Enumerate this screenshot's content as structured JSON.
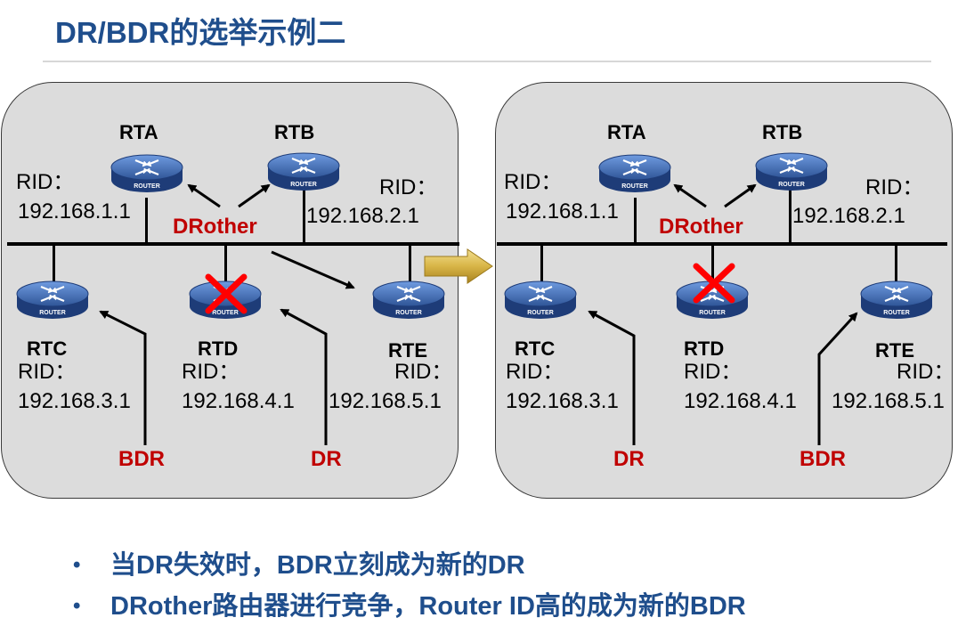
{
  "title": "DR/BDR的选举示例二",
  "icon_text": "ROUTER",
  "colors": {
    "title_blue": "#1f4e8c",
    "role_red": "#c00000",
    "router_blue": "#2f5597",
    "panel_gray": "#dcdcdc",
    "cross_red": "#ff0000",
    "arrow_gold": "#c9a227"
  },
  "before": {
    "routers": {
      "rta": {
        "name": "RTA",
        "rid_label": "RID：",
        "rid": "192.168.1.1"
      },
      "rtb": {
        "name": "RTB",
        "rid_label": "RID：",
        "rid": "192.168.2.1"
      },
      "rtc": {
        "name": "RTC",
        "rid_label": "RID：",
        "rid": "192.168.3.1"
      },
      "rtd": {
        "name": "RTD",
        "rid_label": "RID：",
        "rid": "192.168.4.1",
        "failed": true
      },
      "rte": {
        "name": "RTE",
        "rid_label": "RID：",
        "rid": "192.168.5.1"
      }
    },
    "roles": {
      "drother": "DRother",
      "bdr": "BDR",
      "dr": "DR"
    }
  },
  "after": {
    "routers": {
      "rta": {
        "name": "RTA",
        "rid_label": "RID：",
        "rid": "192.168.1.1"
      },
      "rtb": {
        "name": "RTB",
        "rid_label": "RID：",
        "rid": "192.168.2.1"
      },
      "rtc": {
        "name": "RTC",
        "rid_label": "RID：",
        "rid": "192.168.3.1"
      },
      "rtd": {
        "name": "RTD",
        "rid_label": "RID：",
        "rid": "192.168.4.1",
        "failed": true
      },
      "rte": {
        "name": "RTE",
        "rid_label": "RID：",
        "rid": "192.168.5.1"
      }
    },
    "roles": {
      "drother": "DRother",
      "dr": "DR",
      "bdr": "BDR"
    }
  },
  "bullets": [
    "当DR失效时，BDR立刻成为新的DR",
    "DRother路由器进行竞争，Router ID高的成为新的BDR"
  ],
  "bullet_symbol": "•"
}
